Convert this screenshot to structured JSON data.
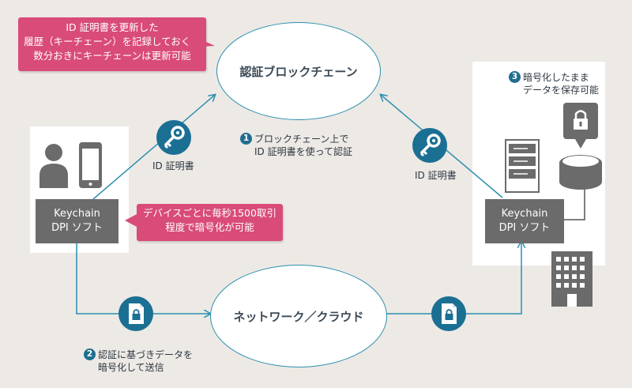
{
  "center_top": {
    "label": "認証ブロックチェーン"
  },
  "center_bottom": {
    "label": "ネットワーク／クラウド"
  },
  "left_box": {
    "line1": "Keychain",
    "line2": "DPI ソフト"
  },
  "right_box": {
    "line1": "Keychain",
    "line2": "DPI ソフト"
  },
  "callout_top": {
    "line1": "ID 証明書を更新した",
    "line2": "履歴（キーチェーン）を記録しておく。",
    "line3": "数分おきにキーチェーンは更新可能"
  },
  "callout_mid": {
    "line1": "デバイスごとに毎秒1500取引",
    "line2": "程度で暗号化が可能"
  },
  "id_cert_left": "ID 証明書",
  "id_cert_right": "ID 証明書",
  "step1": {
    "num": "1",
    "line1": "ブロックチェーン上で",
    "line2": "ID 証明書を使って認証"
  },
  "step2": {
    "num": "2",
    "line1": "認証に基づきデータを",
    "line2": "暗号化して送信"
  },
  "step3": {
    "num": "3",
    "line1": "暗号化したまま",
    "line2": "データを保存可能"
  },
  "colors": {
    "background": "#ede9e5",
    "accent": "#2a8fb0",
    "icon_circle": "#1b6f93",
    "callout": "#d94b79",
    "dark_box": "#6b6b6b",
    "silhouette": "#6b6b6b"
  }
}
